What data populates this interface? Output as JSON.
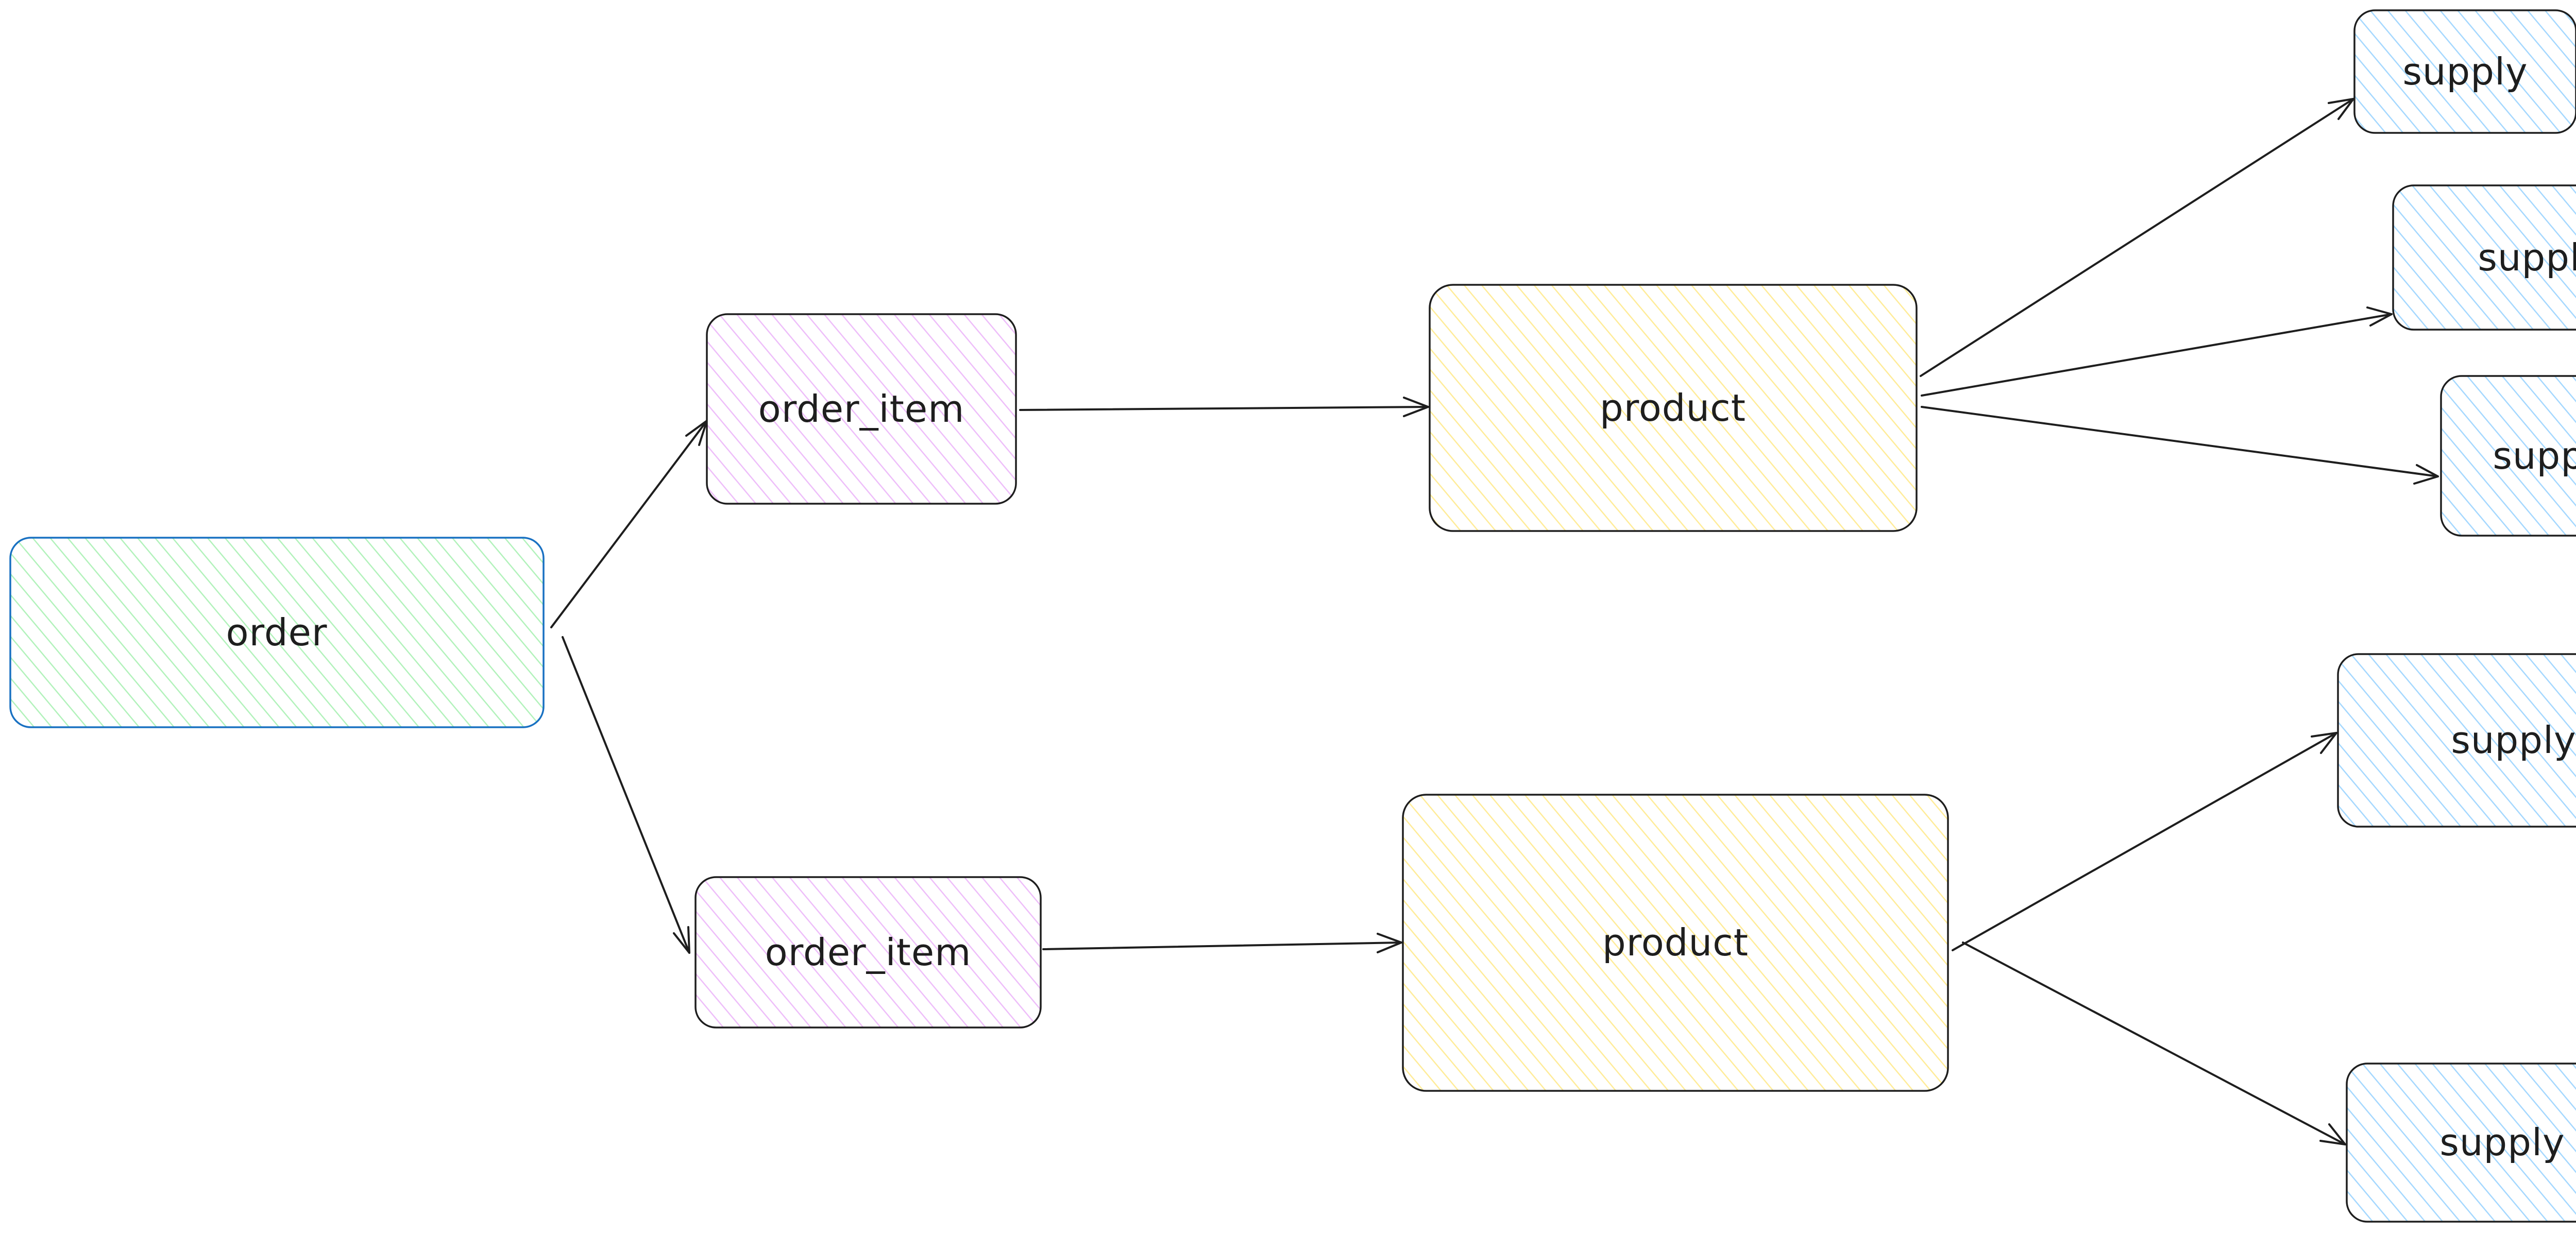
{
  "colors": {
    "ink": "#1e1e1e",
    "order": {
      "fill": "#b2f2bb",
      "stroke": "#1971c2"
    },
    "order_item": {
      "fill": "#eebefa",
      "stroke": "#1e1e1e"
    },
    "product": {
      "fill": "#ffec99",
      "stroke": "#1e1e1e"
    },
    "supply": {
      "fill": "#a5d8ff",
      "stroke": "#1e1e1e"
    }
  },
  "nodes": [
    {
      "id": "order",
      "label": "order",
      "kind": "order"
    },
    {
      "id": "order_item_1",
      "label": "order_item",
      "kind": "order_item"
    },
    {
      "id": "order_item_2",
      "label": "order_item",
      "kind": "order_item"
    },
    {
      "id": "product_1",
      "label": "product",
      "kind": "product"
    },
    {
      "id": "product_2",
      "label": "product",
      "kind": "product"
    },
    {
      "id": "supply_1",
      "label": "supply",
      "kind": "supply"
    },
    {
      "id": "supply_2",
      "label": "supply",
      "kind": "supply"
    },
    {
      "id": "supply_3",
      "label": "supply",
      "kind": "supply"
    },
    {
      "id": "supply_4",
      "label": "supply",
      "kind": "supply"
    },
    {
      "id": "supply_5",
      "label": "supply",
      "kind": "supply"
    }
  ],
  "edges": [
    {
      "from": "order",
      "to": "order_item_1"
    },
    {
      "from": "order",
      "to": "order_item_2"
    },
    {
      "from": "order_item_1",
      "to": "product_1"
    },
    {
      "from": "order_item_2",
      "to": "product_2"
    },
    {
      "from": "product_1",
      "to": "supply_1"
    },
    {
      "from": "product_1",
      "to": "supply_2"
    },
    {
      "from": "product_1",
      "to": "supply_3"
    },
    {
      "from": "product_2",
      "to": "supply_4"
    },
    {
      "from": "product_2",
      "to": "supply_5"
    }
  ]
}
